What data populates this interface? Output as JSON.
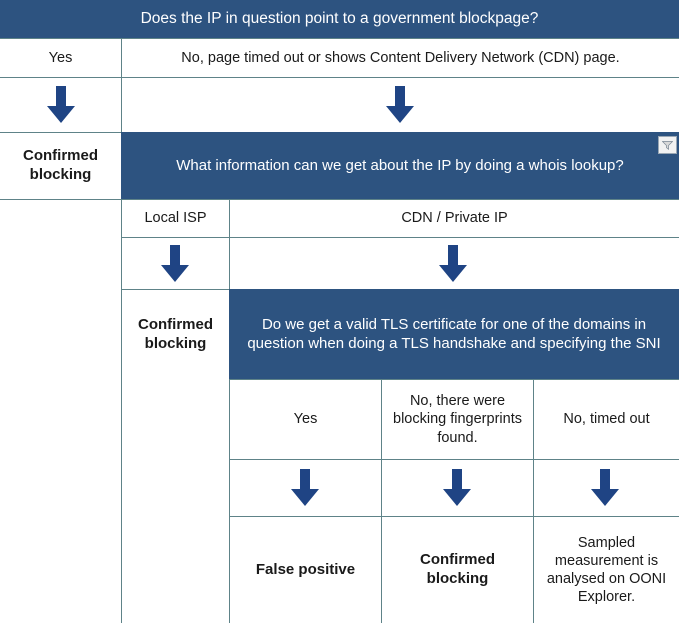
{
  "colors": {
    "header_blue": "#2d5380",
    "arrow_blue": "#1f4484",
    "border": "#5e8388",
    "text": "#1a1a1a",
    "header_text": "#ffffff",
    "filter_button_face": "#f2f2f2"
  },
  "chart_data": {
    "type": "diagram",
    "title": "Does the IP in question point to a government blockpage?",
    "levels": [
      {
        "question": "Does the IP in question point to a government blockpage?",
        "answers": [
          "Yes",
          "No, page timed out or shows Content Delivery Network (CDN) page."
        ],
        "outcomes": [
          "Confirmed blocking",
          null
        ]
      },
      {
        "question": "What information can we get about the IP by doing a whois lookup?",
        "answers": [
          "Local ISP",
          "CDN / Private IP"
        ],
        "outcomes": [
          "Confirmed blocking",
          null
        ]
      },
      {
        "question": "Do we get a valid TLS certificate for one of the domains in question when doing a TLS handshake and specifying the SNI",
        "answers": [
          "Yes",
          "No, there were blocking fingerprints found.",
          "No, timed out"
        ],
        "outcomes": [
          "False positive",
          "Confirmed blocking",
          "Sampled measurement is analysed on OONI Explorer."
        ]
      }
    ]
  },
  "level1": {
    "question": "Does the IP in question point to a government blockpage?",
    "answer_yes": "Yes",
    "answer_no": "No, page timed out or shows Content Delivery Network (CDN) page.",
    "outcome": "Confirmed blocking"
  },
  "level2": {
    "question": "What information can we get about the IP by doing a whois lookup?",
    "answer_local_isp": "Local ISP",
    "answer_cdn": "CDN / Private IP",
    "outcome": "Confirmed blocking"
  },
  "level3": {
    "question": "Do we get a valid TLS certificate for one of the domains in question when doing a TLS handshake and specifying the SNI",
    "answer_yes": "Yes",
    "answer_fingerprints": "No, there were blocking fingerprints found.",
    "answer_timeout": "No, timed out",
    "outcome_yes": "False positive",
    "outcome_fingerprints": "Confirmed blocking",
    "outcome_timeout": "Sampled measurement is analysed on OONI Explorer."
  },
  "icons": {
    "filter_dropdown": "filter-dropdown-icon",
    "down_arrow": "down-arrow-icon"
  }
}
